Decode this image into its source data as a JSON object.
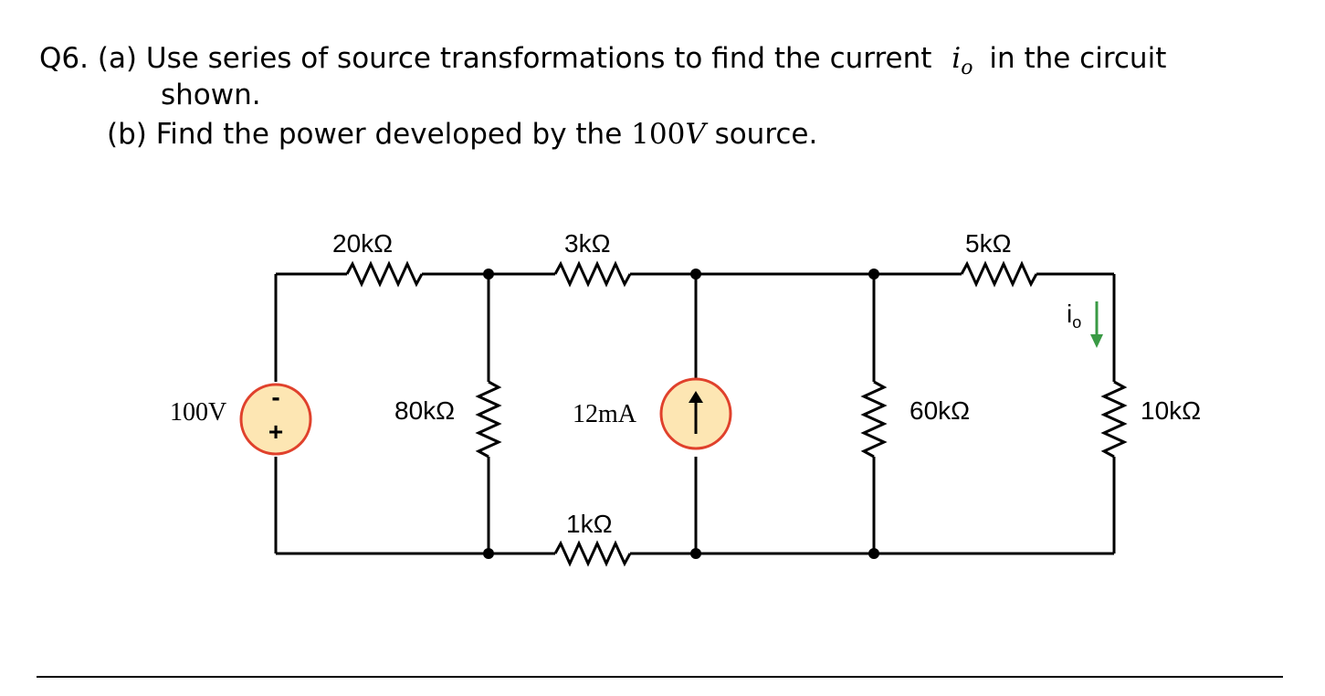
{
  "question": {
    "number": "Q6.",
    "part_a_prefix": "(a) Use series of source transformations to find the current",
    "part_a_var": "i",
    "part_a_var_sub": "o",
    "part_a_suffix": "in the circuit",
    "part_a_cont": "shown.",
    "part_b_prefix": "(b) Find the power developed by the",
    "part_b_value": "100",
    "part_b_unit": "V",
    "part_b_suffix": "source."
  },
  "circuit": {
    "voltage_source": {
      "label": "100V",
      "minus": "-",
      "plus": "+"
    },
    "r_20k": "20kΩ",
    "r_3k": "3kΩ",
    "r_5k": "5kΩ",
    "r_80k": "80kΩ",
    "current_source": {
      "label": "12mA"
    },
    "r_1k": "1kΩ",
    "r_60k": "60kΩ",
    "r_10k": "10kΩ",
    "current_indicator": {
      "var": "i",
      "sub": "o"
    },
    "colors": {
      "wire": "#000000",
      "source_fill": "#fde6b3",
      "source_stroke": "#e0412c",
      "arrow_green": "#3a9a45"
    }
  }
}
